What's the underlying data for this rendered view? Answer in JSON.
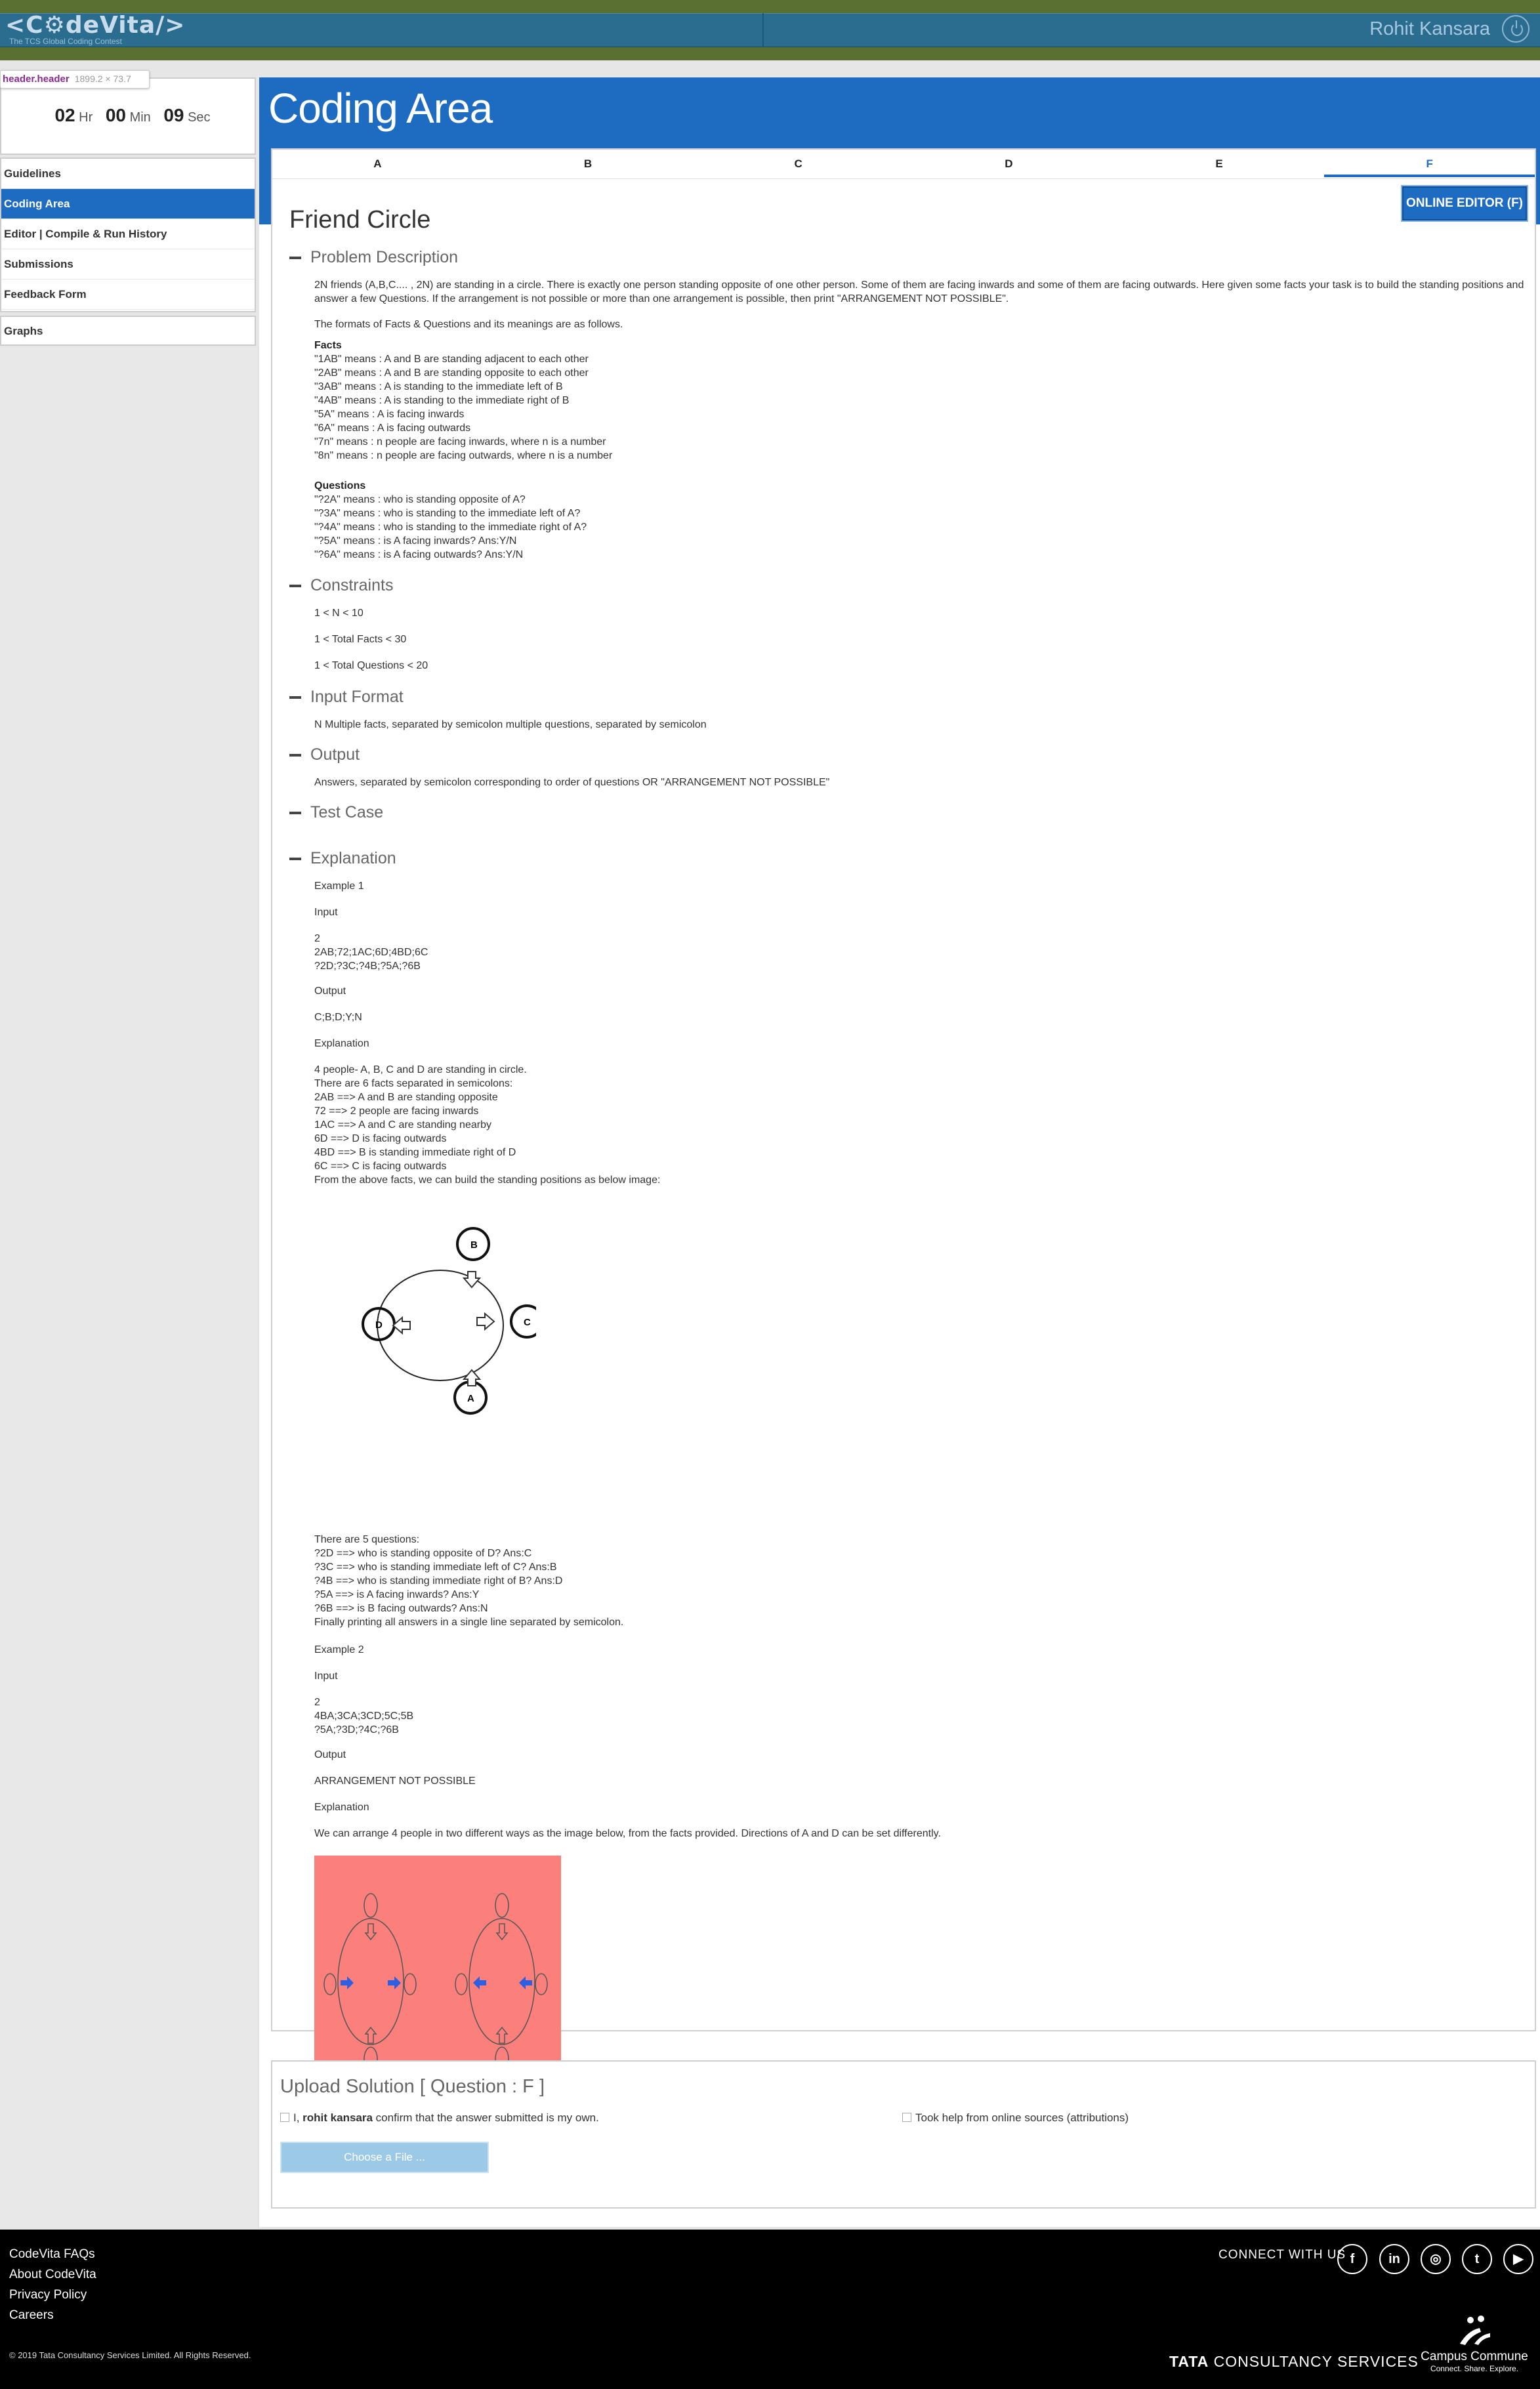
{
  "header": {
    "logo": "<C⚙deVita/>",
    "logo_sub": "The TCS Global Coding Contest",
    "user": "Rohit Kansara"
  },
  "tooltip": {
    "selector": "header.header",
    "size": "1899.2 × 73.7"
  },
  "timer": {
    "hr": "02",
    "hr_unit": "Hr",
    "min": "00",
    "min_unit": "Min",
    "sec": "09",
    "sec_unit": "Sec"
  },
  "sidebar": {
    "items": [
      "Guidelines",
      "Coding Area",
      "Editor | Compile & Run History",
      "Submissions",
      "Feedback Form"
    ],
    "graphs": "Graphs"
  },
  "main": {
    "title": "Coding Area",
    "tabs": [
      "A",
      "B",
      "C",
      "D",
      "E",
      "F"
    ],
    "editor_button": "ONLINE EDITOR (F)",
    "problem_name": "Friend Circle"
  },
  "problem": {
    "h_desc": "Problem Description",
    "desc": "2N friends (A,B,C.... , 2N) are standing in a circle. There is exactly one person standing opposite of one other person. Some of them are facing inwards and some of them are facing outwards. Here given some facts your task is to build the standing positions and answer a few Questions. If the arrangement is not possible or more than one arrangement is possible, then print \"ARRANGEMENT NOT POSSIBLE\".",
    "formats": "The formats of Facts & Questions and its meanings are as follows.",
    "facts_h": "Facts",
    "facts": [
      "\"1AB\" means : A and B are standing adjacent to each other",
      "\"2AB\" means : A and B are standing opposite to each other",
      "\"3AB\" means : A is standing to the immediate left of B",
      "\"4AB\" means : A is standing to the immediate right of B",
      "\"5A\" means : A is facing inwards",
      "\"6A\" means : A is facing outwards",
      "\"7n\" means : n people are facing inwards, where n is a number",
      "\"8n\" means : n people are facing outwards, where n is a number"
    ],
    "questions_h": "Questions",
    "questions": [
      "\"?2A\" means : who is standing opposite of A?",
      "\"?3A\" means : who is standing to the immediate left of A?",
      "\"?4A\" means : who is standing to the immediate right of A?",
      "\"?5A\" means : is A facing inwards? Ans:Y/N",
      "\"?6A\" means : is A facing outwards? Ans:Y/N"
    ],
    "h_constraints": "Constraints",
    "constraints": [
      "1 < N < 10",
      "1 < Total Facts < 30",
      "1 < Total Questions < 20"
    ],
    "h_input": "Input Format",
    "input": "N Multiple facts, separated by semicolon multiple questions, separated by semicolon",
    "h_output": "Output",
    "output": "Answers, separated by semicolon corresponding to order of questions OR \"ARRANGEMENT NOT POSSIBLE\"",
    "h_test": "Test Case",
    "h_expl": "Explanation",
    "ex1": "Example 1",
    "input_l": "Input",
    "output_l": "Output",
    "expl_l": "Explanation",
    "ex1_in": [
      "2",
      "2AB;72;1AC;6D;4BD;6C",
      "?2D;?3C;?4B;?5A;?6B"
    ],
    "ex1_out": "C;B;D;Y;N",
    "ex1_expl": [
      "4 people- A, B, C and D are standing in circle.",
      "There are 6 facts separated in semicolons:",
      "2AB ==> A and B are standing opposite",
      "72 ==> 2 people are facing inwards",
      "1AC ==> A and C are standing nearby",
      "6D ==> D is facing outwards",
      "4BD ==> B is standing immediate right of D",
      "6C ==> C is facing outwards",
      "From the above facts, we can build the standing positions as below image:"
    ],
    "ex1_q": [
      "There are 5 questions:",
      "?2D ==> who is standing opposite of D? Ans:C",
      "?3C ==> who is standing immediate left of C? Ans:B",
      "?4B ==> who is standing immediate right of B? Ans:D",
      "?5A ==> is A facing inwards? Ans:Y",
      "?6B ==> is B facing outwards? Ans:N",
      "Finally printing all answers in a single line separated by semicolon."
    ],
    "ex2": "Example 2",
    "ex2_in": [
      "2",
      "4BA;3CA;3CD;5C;5B",
      "?5A;?3D;?4C;?6B"
    ],
    "ex2_out": "ARRANGEMENT NOT POSSIBLE",
    "ex2_expl": "We can arrange 4 people in two different ways as the image below, from the facts provided. Directions of A and D can be set differently.",
    "diagram_labels": {
      "top": "B",
      "left": "D",
      "right": "C",
      "bottom": "A"
    }
  },
  "upload": {
    "title": "Upload Solution [ Question : F ]",
    "confirm_pre": "I, ",
    "confirm_name": "rohit kansara",
    "confirm_post": " confirm that the answer submitted is my own.",
    "help": "Took help from online sources (attributions)",
    "choose": "Choose a File ..."
  },
  "footer": {
    "links": [
      "CodeVita FAQs",
      "About CodeVita",
      "Privacy Policy",
      "Careers"
    ],
    "copyright": "© 2019 Tata Consultancy Services Limited. All Rights Reserved.",
    "connect": "CONNECT WITH US",
    "social": [
      "f",
      "in",
      "◎",
      "t",
      "▶"
    ],
    "tcs_bold": "TATA",
    "tcs_rest": " CONSULTANCY SERVICES",
    "cc_title": "Campus Commune",
    "cc_sub": "Connect. Share. Explore."
  }
}
